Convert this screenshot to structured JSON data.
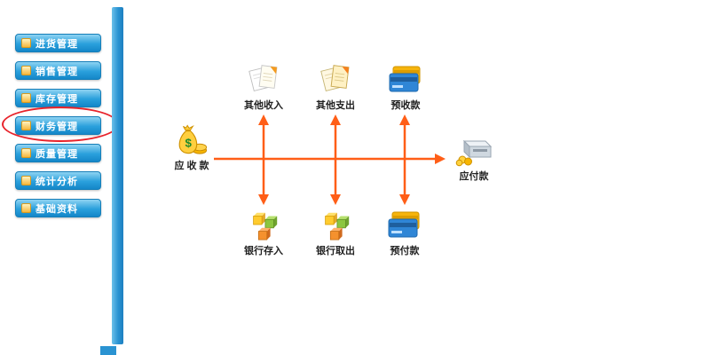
{
  "window": {
    "logo_icon": "app-logo-icon"
  },
  "colors": {
    "sidebar_button": "#2aa0dc",
    "divider_bar": "#2a93d2",
    "arrow": "#ff5e17",
    "annotation_ellipse": "#e8232b"
  },
  "sidebar": {
    "items": [
      {
        "label": "进货管理",
        "icon": "purchase-icon"
      },
      {
        "label": "销售管理",
        "icon": "sales-icon"
      },
      {
        "label": "库存管理",
        "icon": "inventory-icon"
      },
      {
        "label": "财务管理",
        "icon": "finance-icon",
        "highlighted": true
      },
      {
        "label": "质量管理",
        "icon": "quality-icon"
      },
      {
        "label": "统计分析",
        "icon": "statistics-icon"
      },
      {
        "label": "基础资料",
        "icon": "base-data-icon"
      }
    ]
  },
  "annotation": {
    "shape": "ellipse",
    "target": "财务管理",
    "color": "#e8232b"
  },
  "diagram": {
    "left_node": {
      "label": "应 收 款",
      "icon": "money-bag-icon"
    },
    "right_node": {
      "label": "应付款",
      "icon": "cash-box-icon"
    },
    "top_nodes": [
      {
        "label": "其他收入",
        "icon": "document-icon"
      },
      {
        "label": "其他支出",
        "icon": "document-icon"
      },
      {
        "label": "预收款",
        "icon": "credit-card-icon"
      }
    ],
    "bottom_nodes": [
      {
        "label": "银行存入",
        "icon": "blocks-icon"
      },
      {
        "label": "银行取出",
        "icon": "blocks-icon"
      },
      {
        "label": "预付款",
        "icon": "credit-card-icon"
      }
    ]
  }
}
